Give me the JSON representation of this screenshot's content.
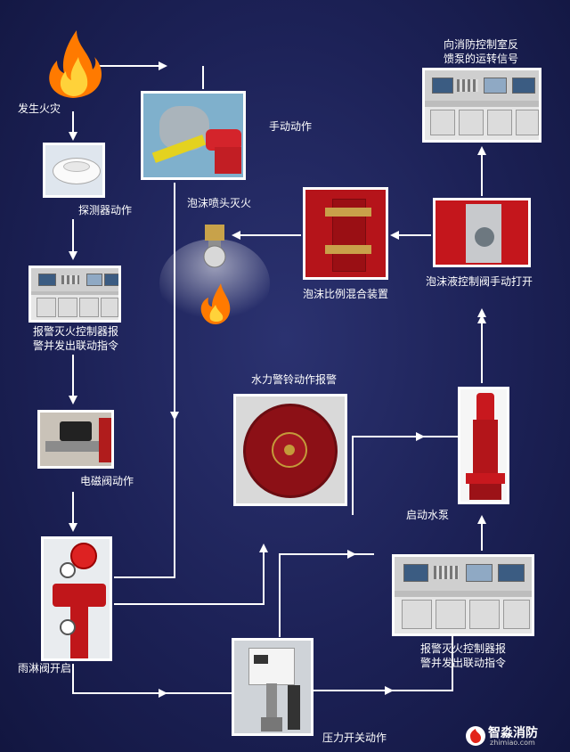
{
  "labels": {
    "fire": "发生火灾",
    "detector": "探测器动作",
    "controller1_line1": "报警灭火控制器报",
    "controller1_line2": "警并发出联动指令",
    "solenoid": "电磁阀动作",
    "deluge": "雨淋阀开启",
    "pressure_switch": "压力开关动作",
    "manual": "手动动作",
    "foam_nozzle": "泡沫喷头灭火",
    "proportioner": "泡沫比例混合装置",
    "foam_valve": "泡沫液控制阀手动打开",
    "feedback_line1": "向消防控制室反",
    "feedback_line2": "馈泵的运转信号",
    "water_bell": "水力警铃动作报警",
    "start_pump": "启动水泵",
    "controller2_line1": "报警灭火控制器报",
    "controller2_line2": "警并发出联动指令"
  },
  "logo": {
    "name": "智淼消防",
    "url": "zhimiao.com"
  },
  "colors": {
    "arrow": "#ffffff",
    "background": "#1c2156",
    "fire": "#ff7a00",
    "pipe_red": "#cc1a1a"
  }
}
